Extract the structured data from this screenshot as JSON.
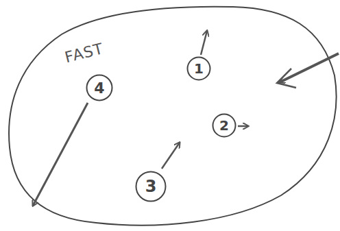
{
  "diagram": {
    "nodes": [
      {
        "text": [
          "1"
        ]
      },
      {
        "text": [
          "4"
        ]
      },
      {
        "text": [
          "2"
        ]
      },
      {
        "text": [
          "3"
        ]
      }
    ],
    "labels": [
      "FAST"
    ]
  }
}
